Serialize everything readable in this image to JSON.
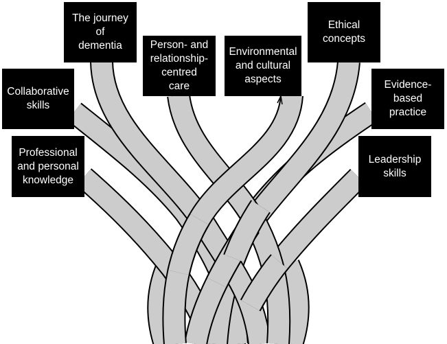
{
  "diagram": {
    "type": "woven-strands",
    "strand_fill": "#cccccc",
    "strand_outline": "#000000",
    "box_fill": "#000000",
    "box_text_color": "#ffffff",
    "left_strands": [
      {
        "id": "journey",
        "label": "The journey\nof\ndementia"
      },
      {
        "id": "person",
        "label": "Person- and\nrelationship-\ncentred\ncare"
      },
      {
        "id": "collab",
        "label": "Collaborative\nskills"
      },
      {
        "id": "prof",
        "label": "Professional\nand personal\nknowledge"
      }
    ],
    "right_strands": [
      {
        "id": "env",
        "label": "Environmental\nand cultural\naspects"
      },
      {
        "id": "ethical",
        "label": "Ethical\nconcepts"
      },
      {
        "id": "evidence",
        "label": "Evidence-\nbased\npractice"
      },
      {
        "id": "leader",
        "label": "Leadership\nskills"
      }
    ]
  },
  "boxes": {
    "journey": "The journey\nof\ndementia",
    "collab": "Collaborative\nskills",
    "prof": "Professional\nand personal\nknowledge",
    "person": "Person- and\nrelationship-\ncentred\ncare",
    "env": "Environmental\nand cultural\naspects",
    "ethical": "Ethical\nconcepts",
    "evidence": "Evidence-\nbased\npractice",
    "leader": "Leadership\nskills"
  }
}
